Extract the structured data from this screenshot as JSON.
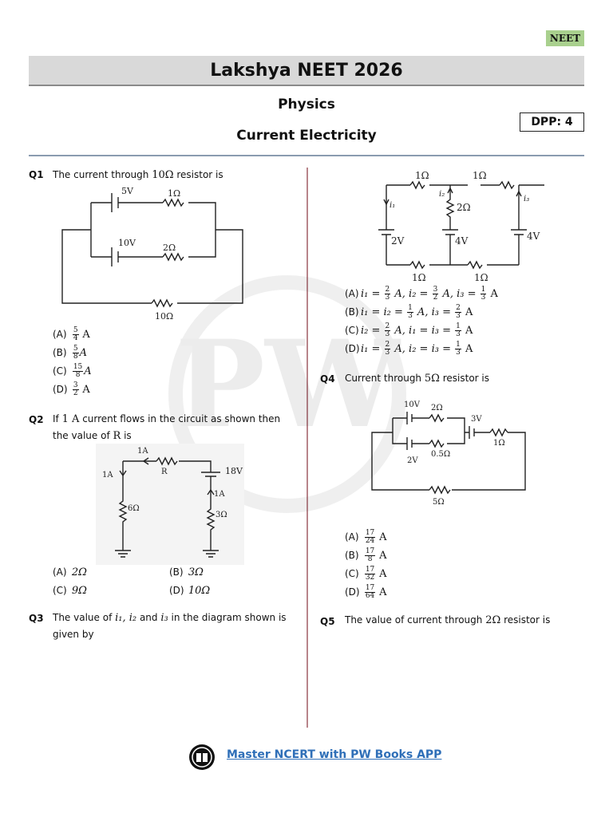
{
  "badge": "NEET",
  "title": "Lakshya NEET 2026",
  "subject": "Physics",
  "chapter": "Current Electricity",
  "dpp": "DPP: 4",
  "questions": [
    {
      "num": "Q1",
      "text_a": "The current through ",
      "text_math": "10Ω",
      "text_b": " resistor is",
      "diagram_labels": [
        "5V",
        "1Ω",
        "10V",
        "2Ω",
        "10Ω"
      ],
      "options": [
        {
          "label": "(A)",
          "num": "5",
          "den": "4",
          "unit": "A"
        },
        {
          "label": "(B)",
          "num": "5",
          "den": "8",
          "unit": "A"
        },
        {
          "label": "(C)",
          "num": "15",
          "den": "8",
          "unit": "A"
        },
        {
          "label": "(D)",
          "num": "3",
          "den": "2",
          "unit": "A"
        }
      ]
    },
    {
      "num": "Q2",
      "text_a": "If ",
      "text_math": "1 A",
      "text_b": " current flows in the circuit as shown then",
      "text_line2_a": "the value of ",
      "text_line2_math": "R",
      "text_line2_b": " is",
      "diagram_labels": [
        "1A",
        "R",
        "18V",
        "1A",
        "6Ω",
        "1A",
        "3Ω"
      ],
      "options": [
        {
          "label": "(A)",
          "value": "2Ω"
        },
        {
          "label": "(B)",
          "value": "3Ω"
        },
        {
          "label": "(C)",
          "value": "9Ω"
        },
        {
          "label": "(D)",
          "value": "10Ω"
        }
      ]
    },
    {
      "num": "Q3",
      "text_a": "The value of ",
      "text_math": "i₁, i₂",
      "text_b": " and ",
      "text_math2": "i₃",
      "text_c": " in the diagram shown is",
      "text_line2": "given by",
      "diagram_labels": [
        "1Ω",
        "1Ω",
        "i₂",
        "i₃",
        "i₁",
        "2Ω",
        "4V",
        "2V",
        "4V",
        "1Ω",
        "1Ω"
      ],
      "options": [
        {
          "label": "(A)",
          "expr": [
            "i₁ = ",
            "2",
            "3",
            " A, i₂ = ",
            "3",
            "2",
            " A, i₃ = ",
            "1",
            "3",
            " A"
          ]
        },
        {
          "label": "(B)",
          "expr": [
            "i₁ = i₂ = ",
            "1",
            "3",
            " A, i₃ = ",
            "2",
            "3",
            " A"
          ]
        },
        {
          "label": "(C)",
          "expr": [
            "i₂ = ",
            "2",
            "3",
            " A, i₁ = i₃ = ",
            "1",
            "3",
            " A"
          ]
        },
        {
          "label": "(D)",
          "expr": [
            "i₁ = ",
            "2",
            "3",
            " A, i₂ = i₃ = ",
            "1",
            "3",
            " A"
          ]
        }
      ]
    },
    {
      "num": "Q4",
      "text_a": "Current through ",
      "text_math": "5Ω",
      "text_b": " resistor is",
      "diagram_labels": [
        "10V",
        "2Ω",
        "3V",
        "1Ω",
        "0.5Ω",
        "2V",
        "5Ω"
      ],
      "options": [
        {
          "label": "(A)",
          "num": "17",
          "den": "24",
          "unit": "A"
        },
        {
          "label": "(B)",
          "num": "17",
          "den": "8",
          "unit": "A"
        },
        {
          "label": "(C)",
          "num": "17",
          "den": "32",
          "unit": "A"
        },
        {
          "label": "(D)",
          "num": "17",
          "den": "64",
          "unit": "A"
        }
      ]
    },
    {
      "num": "Q5",
      "text_a": "The value of current through ",
      "text_math": "2Ω",
      "text_b": " resistor is"
    }
  ],
  "footer": {
    "link_text": "Master NCERT with PW Books APP",
    "icon": "book-icon"
  },
  "watermark": "PW"
}
